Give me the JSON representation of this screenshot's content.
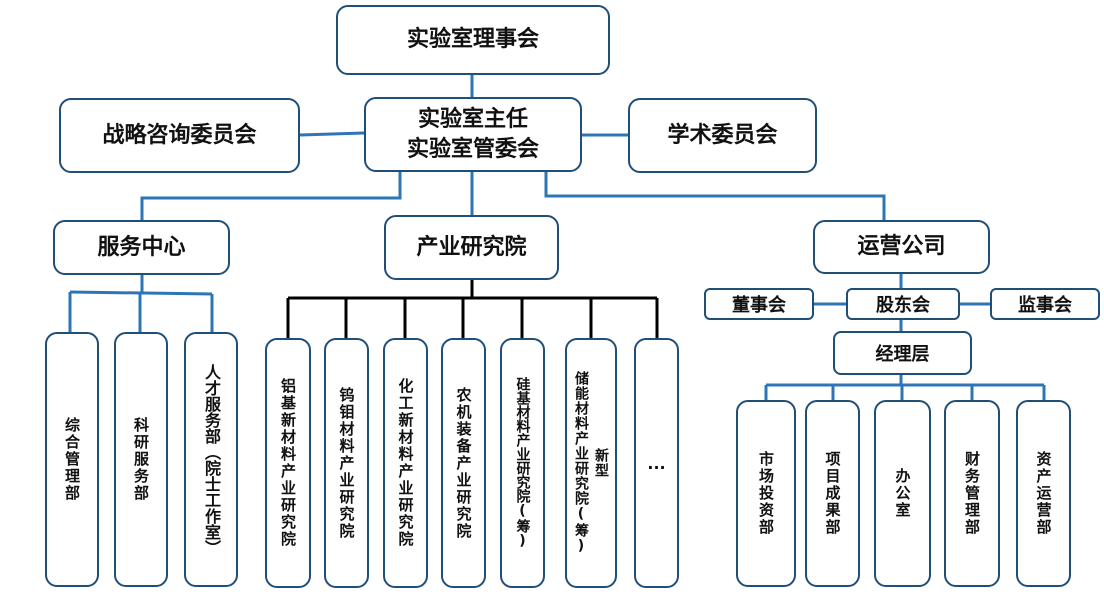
{
  "top": {
    "council": "实验室理事会",
    "director_line1": "实验室主任",
    "director_line2": "实验室管委会",
    "strategy": "战略咨询委员会",
    "academic": "学术委员会"
  },
  "branches": {
    "service": "服务中心",
    "industry": "产业研究院",
    "operation": "运营公司"
  },
  "service_units": [
    "综合管理部",
    "科研服务部",
    "人才服务部（院士工作室）"
  ],
  "industry_units": [
    "铝基新材料产业研究院",
    "钨钼材料产业研究院",
    "化工新材料产业研究院",
    "农机装备产业研究院",
    "硅基材料产业研究院(筹)",
    "新型\n储能材料产业研究院(筹)",
    "..."
  ],
  "company": {
    "board": "董事会",
    "shareholders": "股东会",
    "supervisors": "监事会",
    "management": "经理层",
    "departments": [
      "市场投资部",
      "项目成果部",
      "办公室",
      "财务管理部",
      "资产运营部"
    ]
  },
  "colors": {
    "box_border": "#1f4e79",
    "blue_line": "#2e75b6",
    "black_line": "#000000"
  }
}
